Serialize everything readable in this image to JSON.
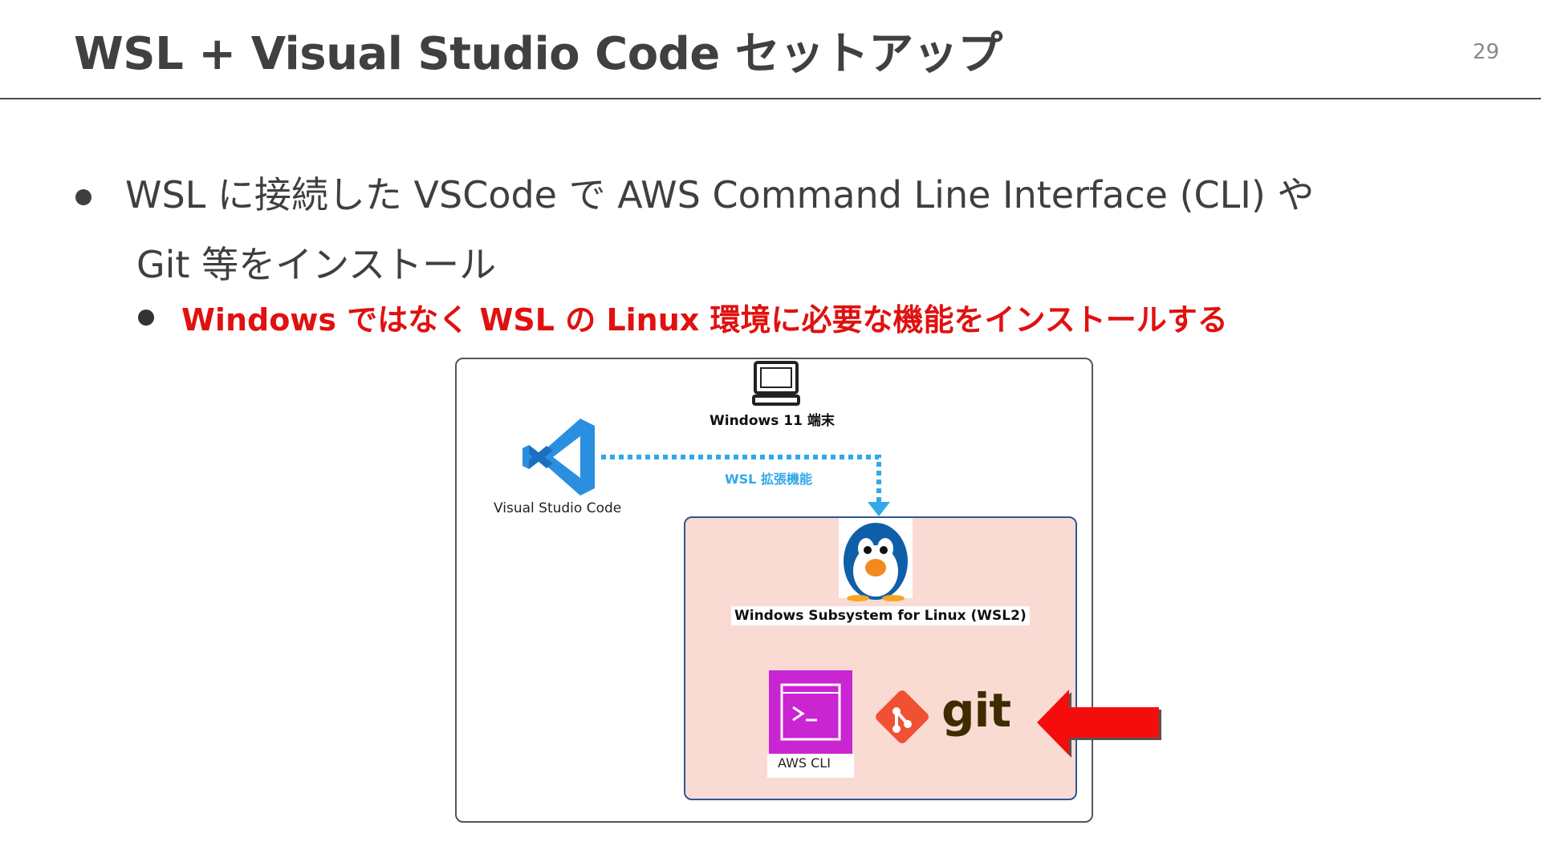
{
  "slide": {
    "title": "WSL + Visual Studio Code セットアップ",
    "page_number": "29"
  },
  "bullets": {
    "main_line1": "WSL に接続した VSCode で AWS Command Line Interface (CLI) や",
    "main_line2": "Git 等をインストール",
    "sub": "Windows ではなく WSL の Linux 環境に必要な機能をインストールする"
  },
  "diagram": {
    "windows_terminal_label": "Windows 11 端末",
    "vscode_label": "Visual Studio Code",
    "wsl_extension_label": "WSL 拡張機能",
    "wsl2_label": "Windows Subsystem for Linux (WSL2)",
    "aws_cli_label": "AWS CLI",
    "git_label": "git"
  },
  "colors": {
    "accent_red": "#e0110f",
    "vscode_blue": "#2a8fe0",
    "dotted_arrow": "#31a9e8",
    "wsl_box_fill": "#f9dbd3",
    "wsl_box_border": "#2f5597",
    "aws_cli_magenta": "#c925d1",
    "git_orange": "#f05133",
    "git_text": "#3e2c00"
  },
  "icons": [
    "monitor-icon",
    "vscode-icon",
    "tux-penguin-icon",
    "terminal-icon",
    "git-logo-icon",
    "red-arrow-icon"
  ]
}
